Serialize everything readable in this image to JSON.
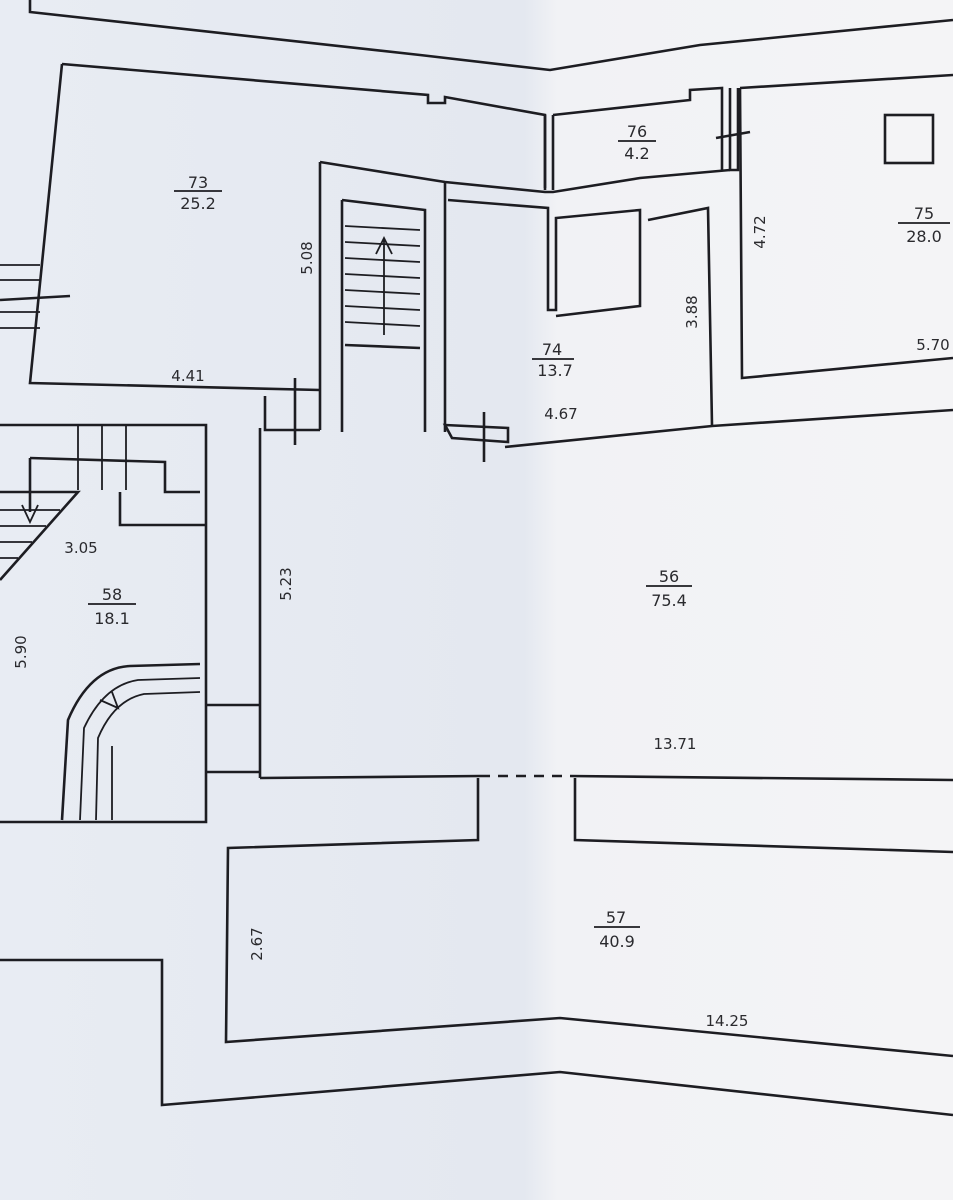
{
  "rooms": [
    {
      "id": "room-73",
      "number": "73",
      "area": "25.2"
    },
    {
      "id": "room-76",
      "number": "76",
      "area": "4.2"
    },
    {
      "id": "room-75",
      "number": "75",
      "area": "28.0"
    },
    {
      "id": "room-74",
      "number": "74",
      "area": "13.7"
    },
    {
      "id": "room-58",
      "number": "58",
      "area": "18.1"
    },
    {
      "id": "room-56",
      "number": "56",
      "area": "75.4"
    },
    {
      "id": "room-57",
      "number": "57",
      "area": "40.9"
    }
  ],
  "dimensions": {
    "d_441": "4.41",
    "d_508": "5.08",
    "d_472": "4.72",
    "d_570": "5.70",
    "d_388": "3.88",
    "d_467": "4.67",
    "d_305": "3.05",
    "d_590": "5.90",
    "d_523": "5.23",
    "d_1371": "13.71",
    "d_267": "2.67",
    "d_1425": "14.25"
  }
}
